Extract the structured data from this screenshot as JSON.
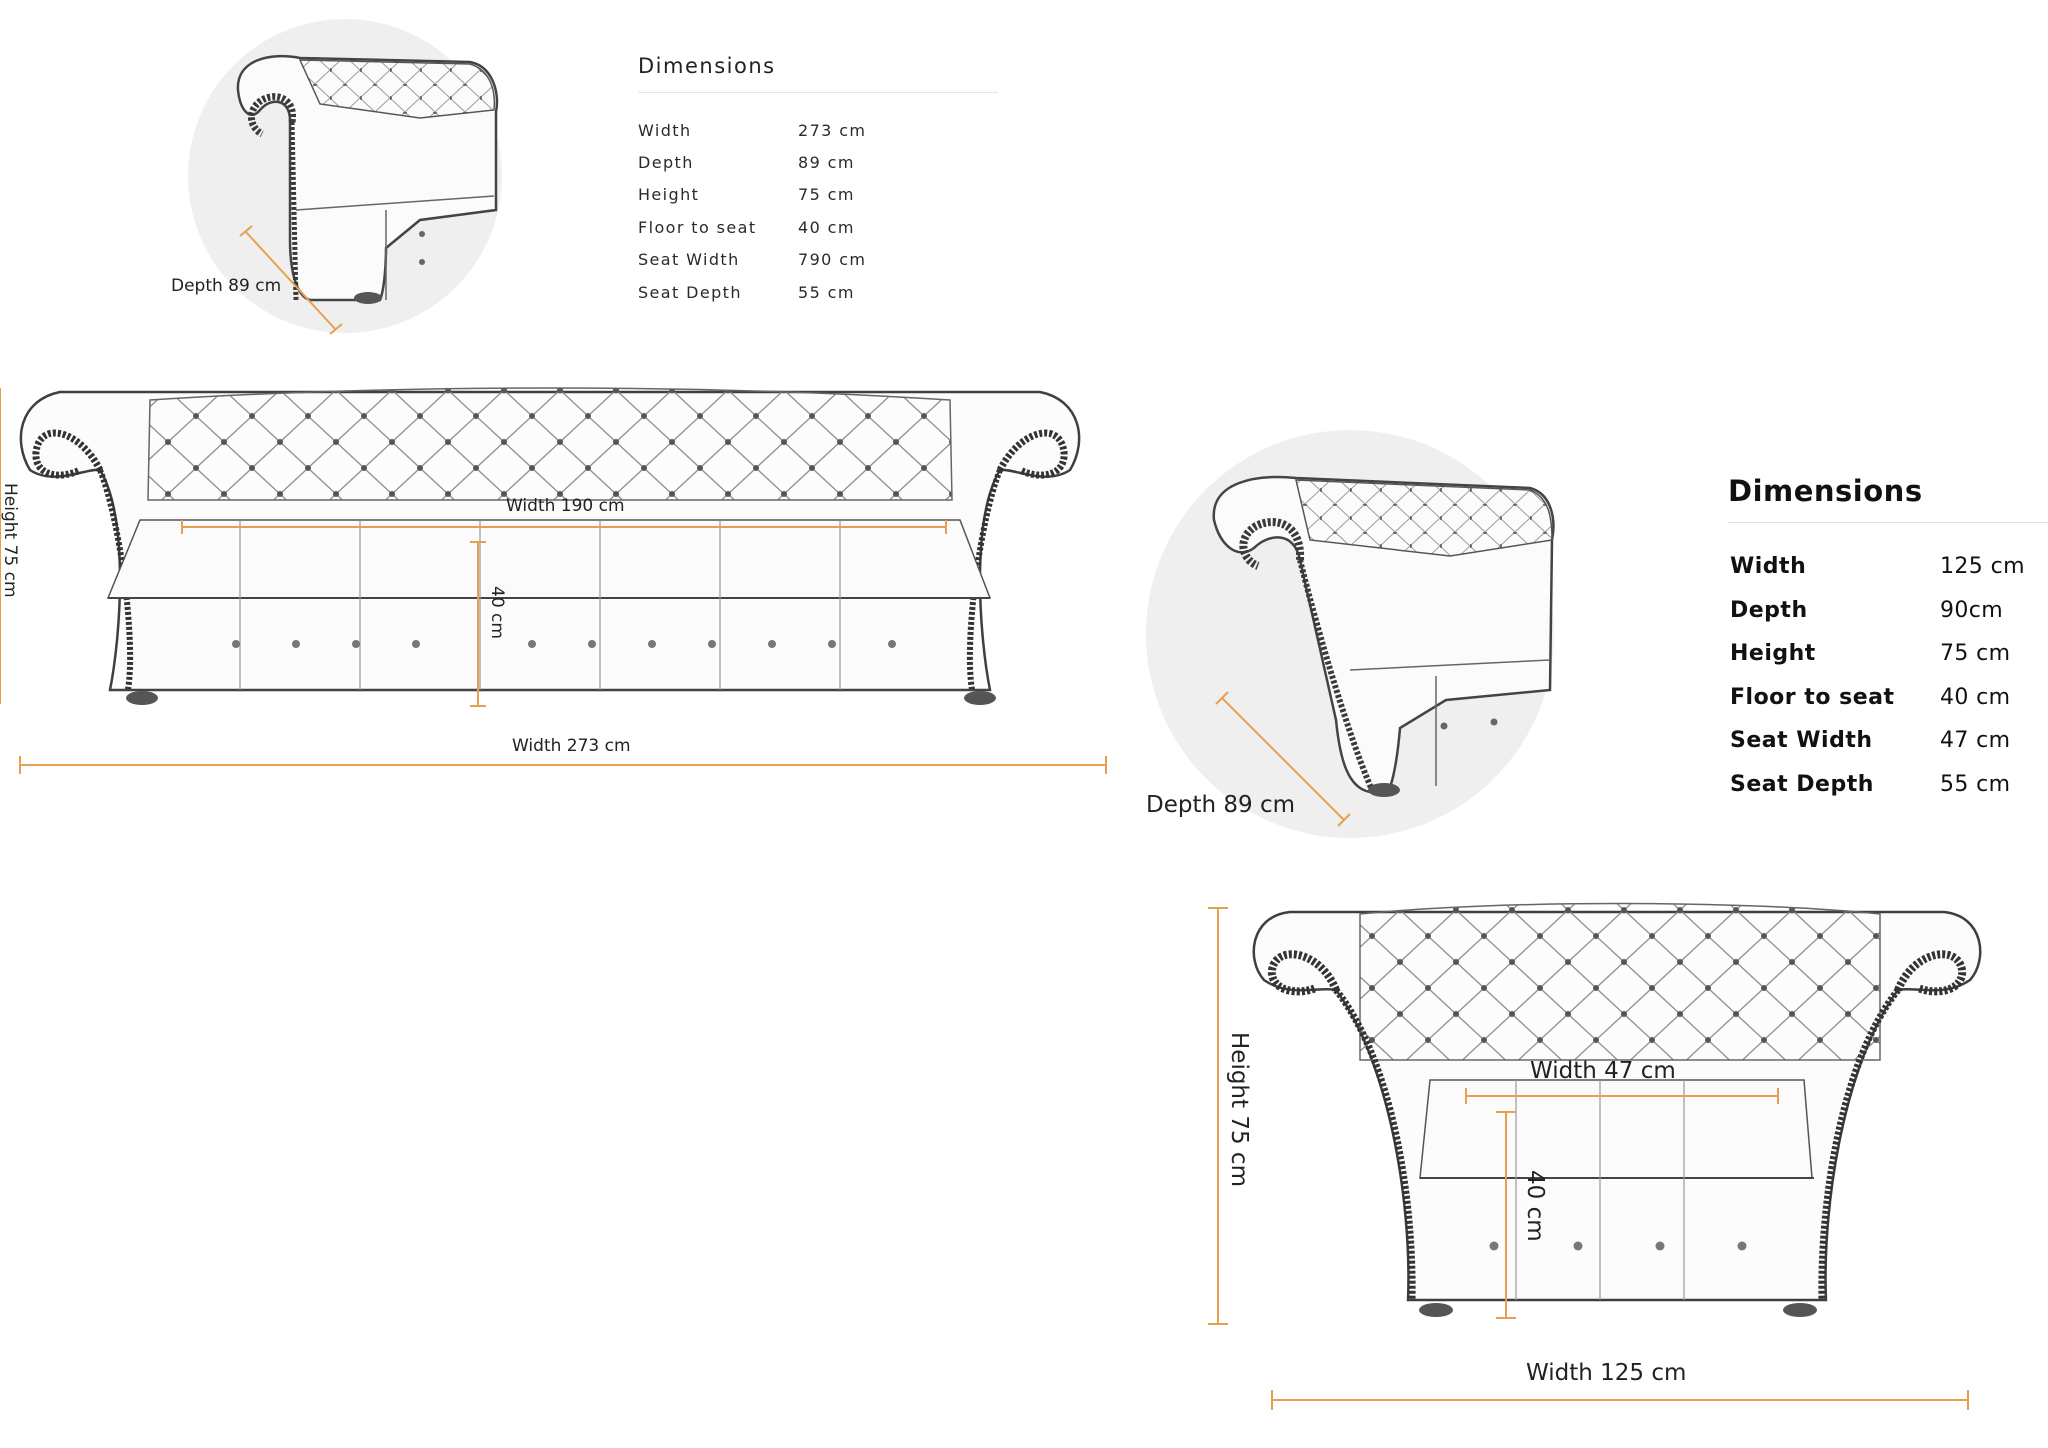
{
  "colors": {
    "dimension_line": "#e8a050",
    "sketch": "#3a3a3a",
    "circle_bg": "#efefef"
  },
  "sofa": {
    "dimensions_title": "Dimensions",
    "specs": [
      {
        "label": "Width",
        "value": "273 cm"
      },
      {
        "label": "Depth",
        "value": "89 cm"
      },
      {
        "label": "Height",
        "value": "75 cm"
      },
      {
        "label": "Floor to seat",
        "value": "40 cm"
      },
      {
        "label": "Seat Width",
        "value": "790 cm"
      },
      {
        "label": "Seat Depth",
        "value": "55 cm"
      }
    ],
    "labels": {
      "depth": "Depth 89 cm",
      "height": "Height 75 cm",
      "seat_width": "Width 190 cm",
      "seat_height": "40 cm",
      "width": "Width 273 cm"
    }
  },
  "chair": {
    "dimensions_title": "Dimensions",
    "specs": [
      {
        "label": "Width",
        "value": "125 cm"
      },
      {
        "label": "Depth",
        "value": "90cm"
      },
      {
        "label": "Height",
        "value": "75 cm"
      },
      {
        "label": "Floor to seat",
        "value": "40 cm"
      },
      {
        "label": "Seat Width",
        "value": "47 cm"
      },
      {
        "label": "Seat Depth",
        "value": "55 cm"
      }
    ],
    "labels": {
      "depth": "Depth 89 cm",
      "height": "Height 75 cm",
      "seat_width": "Width 47 cm",
      "seat_height": "40 cm",
      "width": "Width 125 cm"
    }
  }
}
